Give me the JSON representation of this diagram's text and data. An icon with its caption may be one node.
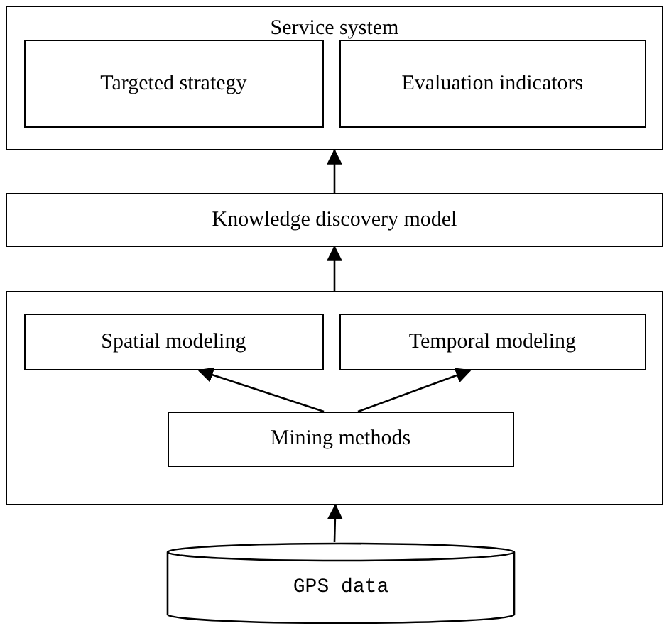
{
  "diagram": {
    "nodes": [
      {
        "text": [
          "Service system"
        ]
      },
      {
        "text": [
          "Targeted strategy"
        ],
        "in": 0
      },
      {
        "text": [
          "Evaluation indicators"
        ],
        "in": 0
      },
      {
        "text": [
          "Knowledge discovery model"
        ]
      },
      {
        "text": [],
        "shape": "box"
      },
      {
        "text": [
          "Spatial modeling"
        ],
        "in": 4
      },
      {
        "text": [
          "Temporal modeling"
        ],
        "in": 4
      },
      {
        "text": [
          "Mining methods"
        ],
        "in": 4
      },
      {
        "text": [
          "GPS data"
        ]
      }
    ],
    "edges": [
      {
        "from": 7,
        "to": 5,
        "arrow": "to"
      },
      {
        "from": 7,
        "to": 6,
        "arrow": "to"
      },
      {
        "from": 8,
        "to": 4,
        "arrow": "to"
      },
      {
        "from": 4,
        "to": 3,
        "arrow": "to"
      },
      {
        "from": 3,
        "to": 0,
        "arrow": "to"
      }
    ]
  }
}
